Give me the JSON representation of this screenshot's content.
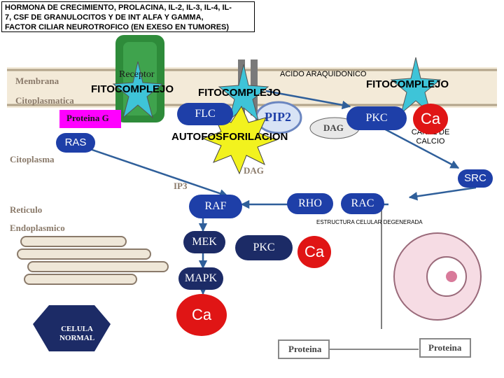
{
  "header": {
    "line1": "HORMONA DE CRECIMIENTO, PROLACINA, IL-2, IL-3, IL-4, IL-",
    "line2": "7, CSF DE GRANULOCITOS Y DE INT ALFA Y GAMMA,",
    "line3": "FACTOR CILIAR NEUROTROFICO (EN EXESO EN TUMORES)"
  },
  "background_labels": {
    "membrana": "Membrana",
    "citoplasmatica": "Citoplasmatica",
    "citoplasma": "Citoplasma",
    "reticulo": "Reticulo",
    "endoplasmico": "Endoplasmico",
    "proteina_g": "Proteina G",
    "receptor": "Receptor",
    "pip2": "PIP2",
    "dag": "DAG",
    "dag2": "DAG",
    "ip3": "IP3",
    "proteina1": "Proteina",
    "proteina2": "Proteina"
  },
  "labels": {
    "acido": "ACIDO ARAQUIDONICO",
    "fito1": "FITOCOMPLEJO",
    "fito2": "FITOCOMPLEJO",
    "fito3": "FITOCOMPLEJO",
    "autofos": "AUTOFOSFORILACION",
    "canal1": "CANAL DE",
    "canal2": "CALCIO",
    "estructura": "ESTRUCTURA CELULAR DEGENERADA",
    "celula1": "CELULA",
    "celula2": "NORMAL"
  },
  "nodes": {
    "flc": "FLC",
    "pkc_top": "PKC",
    "ras": "RAS",
    "src": "SRC",
    "raf": "RAF",
    "rho": "RHO",
    "rac": "RAC",
    "mek": "MEK",
    "pkc_mid": "PKC",
    "mapk": "MAPK",
    "ca_top": "Ca",
    "ca_mid": "Ca",
    "ca_bottom": "Ca"
  },
  "colors": {
    "node_blue": "#1e3fa8",
    "arrow": "#2f5f9a",
    "calcium": "#e01515",
    "star_fill": "#3ec4d8",
    "burst_fill": "#f2f21e",
    "proteina_g": "#ff00ff"
  }
}
